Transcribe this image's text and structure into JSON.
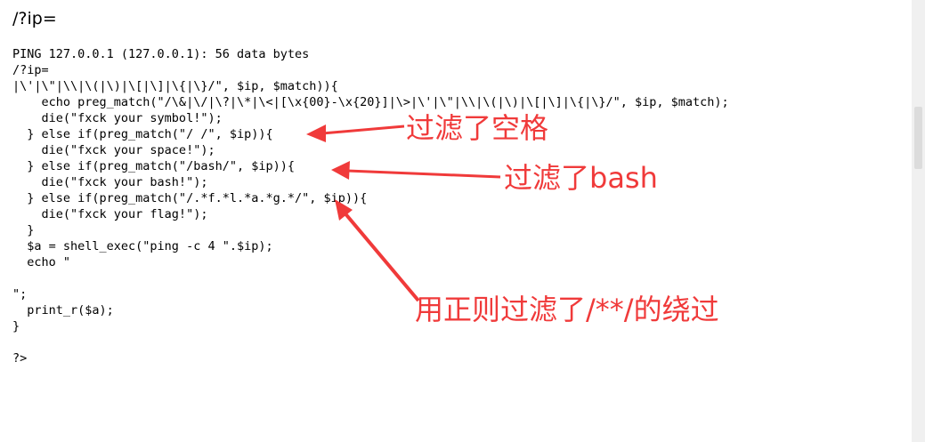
{
  "top": {
    "title": "/?ip="
  },
  "code_lines": [
    "PING 127.0.0.1 (127.0.0.1): 56 data bytes",
    "/?ip=",
    "|\\'|\\\"|\\\\|\\(|\\)|\\[|\\]|\\{|\\}/\", $ip, $match)){",
    "    echo preg_match(\"/\\&|\\/|\\?|\\*|\\<|[\\x{00}-\\x{20}]|\\>|\\'|\\\"|\\\\|\\(|\\)|\\[|\\]|\\{|\\}/\", $ip, $match);",
    "    die(\"fxck your symbol!\");",
    "  } else if(preg_match(\"/ /\", $ip)){",
    "    die(\"fxck your space!\");",
    "  } else if(preg_match(\"/bash/\", $ip)){",
    "    die(\"fxck your bash!\");",
    "  } else if(preg_match(\"/.*f.*l.*a.*g.*/\", $ip)){",
    "    die(\"fxck your flag!\");",
    "  }",
    "  $a = shell_exec(\"ping -c 4 \".$ip);",
    "  echo \"",
    "",
    "\";",
    "  print_r($a);",
    "}",
    "",
    "?>"
  ],
  "annotations": {
    "space": "过滤了空格",
    "bash": "过滤了bash",
    "flag": "用正则过滤了/**/的绕过"
  },
  "colors": {
    "annotation": "#f03a3a",
    "text": "#000000",
    "background": "#ffffff"
  }
}
